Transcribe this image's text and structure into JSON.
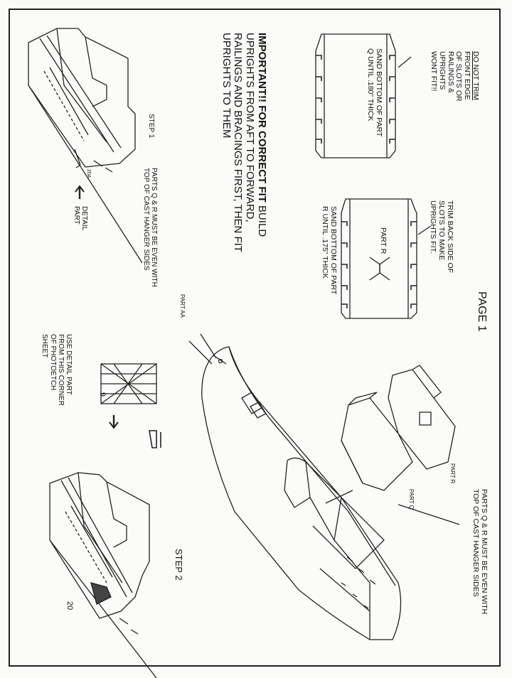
{
  "page_label": "PAGE 1",
  "important_note": {
    "bold": "IMPORTANT!! FOR CORRECT FIT",
    "lines": [
      " BUILD",
      "UPRIGHTS FROM AFT TO FORWARD,",
      "RAILINGS AND BRACINGS FIRST, THEN FIT",
      "UPRIGHTS TO THEM"
    ]
  },
  "trim_warning": {
    "underlined": [
      "DO NOT TRIM"
    ],
    "lines": [
      "FRONT EDGE",
      "OF SLOTS OR",
      "RAILINGS &",
      "UPRIGHTS",
      "WONT FIT!!"
    ]
  },
  "part_q_panel": {
    "note": [
      "SAND  BOTTOM OF PART",
      "Q UNTIL .180\" THICK"
    ]
  },
  "trim_back_note": [
    "TRIM BACK SIDE OF",
    "SLOTS TO MAKE",
    "UPRIGHTS FIT."
  ],
  "part_r_panel": {
    "label": "PART R",
    "note": [
      "SAND  BOTTOM OF PART",
      "R UNTIL .175\" THICK"
    ]
  },
  "step1": {
    "label": "STEP 1",
    "note": [
      "PARTS Q & R MUST BE EVEN WITH",
      "TOP OF CAST HANGER SIDES"
    ],
    "detail_label": [
      "DETAIL",
      "PART"
    ],
    "part_num": "20A"
  },
  "step2": {
    "label": "STEP 2",
    "part_num": "20"
  },
  "part_aa": "PART AA",
  "part_q": "PART Q",
  "part_r": "PART R",
  "hull_note": [
    "PARTS Q & R MUST BE EVEN WITH",
    "TOP OF CAST HANGER SIDES"
  ],
  "detail_note": [
    "USE DETAIL PART",
    "FROM THIS CORNER",
    "OF PHOTOETCH",
    "SHEET"
  ],
  "photoetch_num": "9"
}
